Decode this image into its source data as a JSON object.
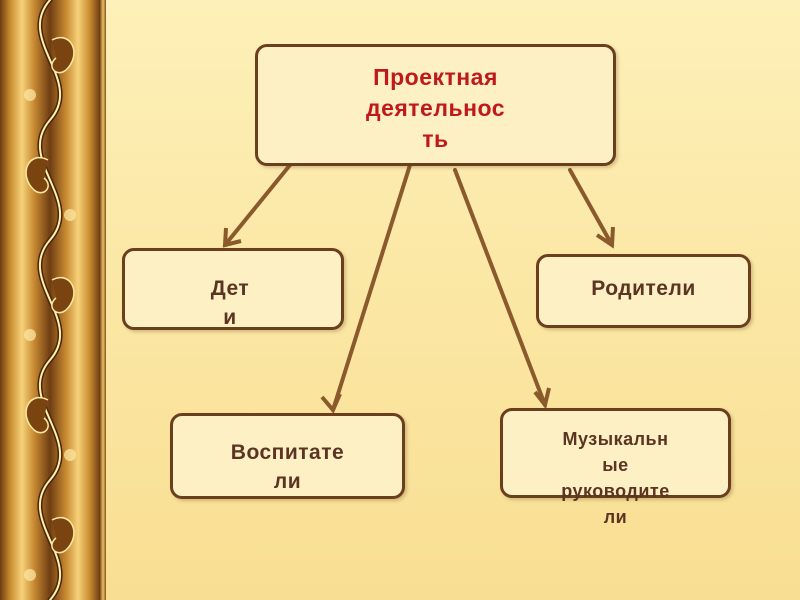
{
  "diagram": {
    "root": {
      "label": "Проектная\nдеятельнос\nть"
    },
    "children": {
      "children_node": {
        "label": "Дет\nи"
      },
      "parents_node": {
        "label": "Родители"
      },
      "teachers_node": {
        "label": "Воспитате\nли"
      },
      "music_node": {
        "label": "Музыкальн\nые\nруководите\nли"
      }
    },
    "colors": {
      "root_text": "#c0191c",
      "child_text": "#5b3422",
      "border": "#6b3f1d",
      "box_fill": "#fdf0c4",
      "arrow": "#8a5a2c"
    }
  }
}
